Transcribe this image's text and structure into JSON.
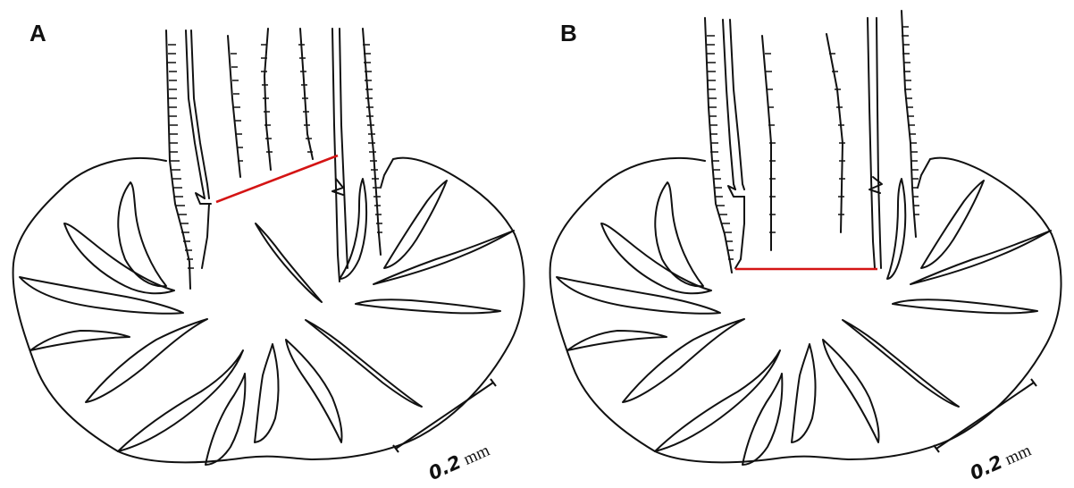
{
  "panels": [
    {
      "label": "A",
      "measure_line": "oblique"
    },
    {
      "label": "B",
      "measure_line": "horizontal"
    }
  ],
  "scale_bar": {
    "value": "0.2",
    "unit": "mm"
  },
  "colors": {
    "outline": "#111111",
    "measure_line": "#d41414",
    "background": "#ffffff"
  }
}
